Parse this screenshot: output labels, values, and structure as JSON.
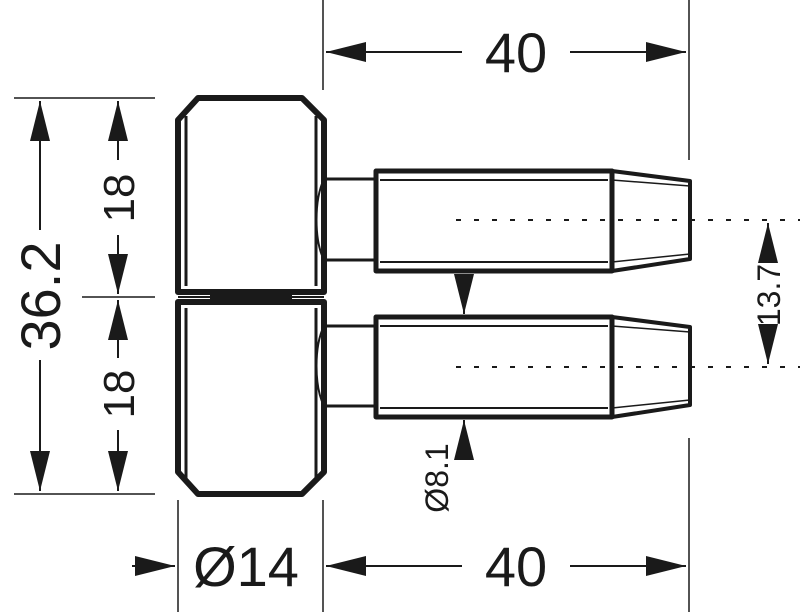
{
  "drawing": {
    "line_color": "#1a1a1a",
    "background": "#ffffff",
    "dimensions": {
      "top_length": "40",
      "bottom_length": "40",
      "overall_height": "36.2",
      "upper_height": "18",
      "lower_height": "18",
      "barrel_diameter": "Ø14",
      "pin_diameter": "Ø8.1",
      "pin_spacing": "13.7"
    }
  }
}
